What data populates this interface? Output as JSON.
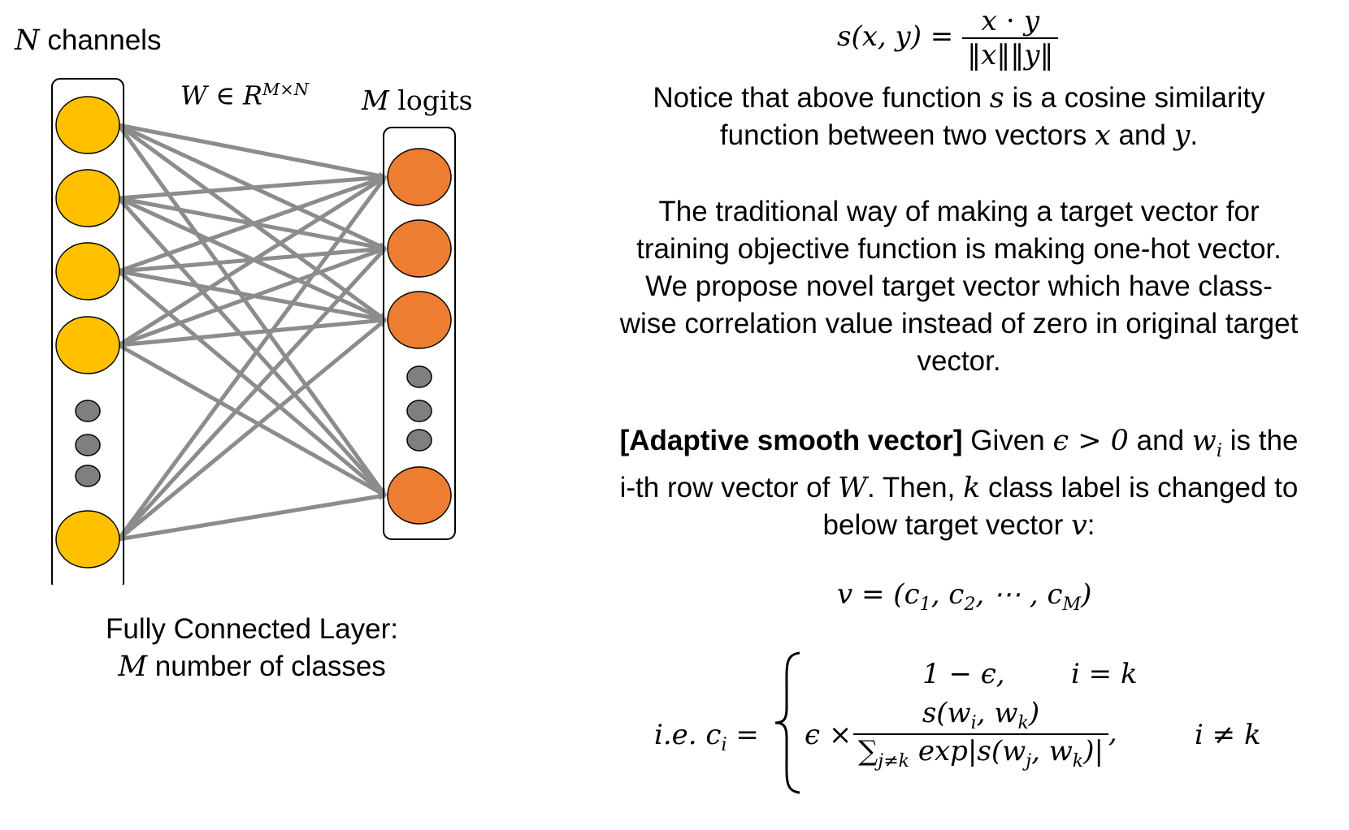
{
  "diagram": {
    "input_label_var": "N",
    "input_label_text": " channels",
    "weight_label": "W ∈ R",
    "weight_sup": "M×N",
    "output_label_var": "M",
    "output_label_text": " logits",
    "caption_line1": "Fully Connected Layer:",
    "caption_var": "M",
    "caption_line2": " number of classes",
    "colors": {
      "input_node": "#FFC000",
      "output_node": "#ED7D31",
      "ellipsis_node": "#7F7F7F",
      "edge": "#8C8C8C"
    }
  },
  "text": {
    "cosine_lhs": "s(x, y) = ",
    "cosine_num": "x ⋅ y",
    "cosine_den": "‖x‖‖y‖",
    "notice_1": "Notice that above function ",
    "notice_s": "s",
    "notice_2": " is a cosine similarity",
    "notice_3": "function between two vectors ",
    "notice_x": "x",
    "notice_and": " and ",
    "notice_y": "y",
    "notice_dot": ".",
    "para2_l1": "The traditional way of making a target vector for",
    "para2_l2": "training objective function is making one-hot vector.",
    "para2_l3": "We propose  novel target vector which have class-",
    "para2_l4": "wise correlation value instead of zero in original target",
    "para2_l5": "vector.",
    "para3_bold": "[Adaptive smooth vector]",
    "para3_1": " Given ",
    "para3_eps": "ϵ > 0",
    "para3_2": " and ",
    "para3_w": "w",
    "para3_wsub": "i",
    "para3_3": " is the",
    "para3_4": "i-th row vector of ",
    "para3_W": "W",
    "para3_5": ". Then, ",
    "para3_k": "k",
    "para3_6": " class label is changed to",
    "para3_7": "below target vector ",
    "para3_v": "v",
    "para3_8": ":",
    "vec_eq": "v = (c",
    "vec_mid": ", c",
    "vec_dots": ", ⋯ , c",
    "vec_end": ")",
    "sub1": "1",
    "sub2": "2",
    "subM": "M",
    "ie": "i.e.  c",
    "ie_sub": "i",
    "ie_eq": " =",
    "case1_val": "1 − ϵ,",
    "case1_cond": "i = k",
    "case2_pre": "ϵ ×",
    "case2_num": "s(w",
    "case2_num_i": "i",
    "case2_num_mid": ", w",
    "case2_num_k": "k",
    "case2_num_end": ")",
    "case2_den_sum": "∑",
    "case2_den_sub": "j≠k",
    "case2_den_exp": " exp",
    "case2_den_s": "s(w",
    "case2_den_j": "j",
    "case2_den_mid": ", w",
    "case2_den_k": "k",
    "case2_den_end": ")",
    "case2_comma": ",",
    "case2_cond": "i ≠ k"
  }
}
